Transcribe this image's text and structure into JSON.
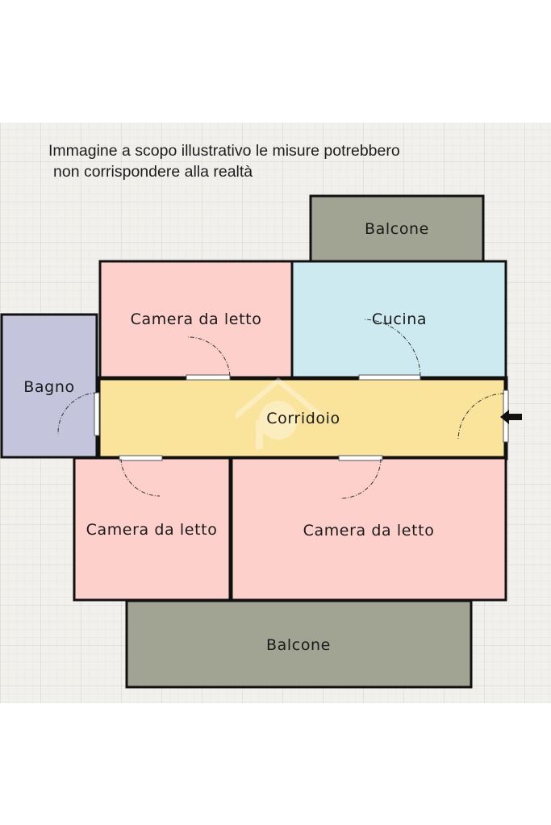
{
  "disclaimer": {
    "line1": "Immagine a scopo illustrativo le misure potrebbero",
    "line2": "non corrispondere alla realtà"
  },
  "rooms": {
    "balcone_top": "Balcone",
    "camera_1": "Camera da letto",
    "cucina": "Cucina",
    "bagno": "Bagno",
    "corridoio": "Corridoio",
    "camera_2": "Camera da letto",
    "camera_3": "Camera da letto",
    "balcone_bottom": "Balcone"
  },
  "colors": {
    "grid_background": "#f1f0ec",
    "grid_line": "#dcdbd6",
    "bedroom": "#fdd0cc",
    "kitchen": "#cceaf0",
    "bathroom": "#c4c4dc",
    "corridor": "#fae49c",
    "balcony": "#a2a493",
    "wall": "#111111"
  },
  "icons": {
    "entrance": "arrow-left-icon",
    "watermark": "logo-watermark"
  }
}
